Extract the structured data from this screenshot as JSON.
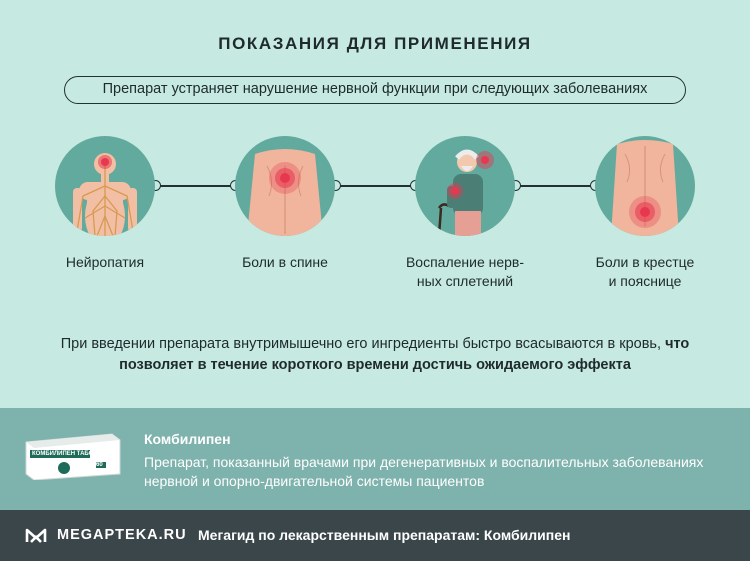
{
  "header": {
    "title": "ПОКАЗАНИЯ ДЛЯ ПРИМЕНЕНИЯ",
    "subtitle": "Препарат устраняет нарушение нервной функции при следующих заболеваниях"
  },
  "indications": [
    {
      "label": "Нейропатия",
      "icon": "nervous-system-icon"
    },
    {
      "label": "Боли в спине",
      "icon": "back-pain-icon"
    },
    {
      "label": "Воспаление нерв-\nных сплетений",
      "icon": "elderly-man-icon"
    },
    {
      "label": "Боли в крестце\nи пояснице",
      "icon": "lower-back-pain-icon"
    }
  ],
  "description": {
    "normal": "При введении препарата внутримышечно его ингредиенты быстро всасываются в кровь,",
    "bold": "что позволяет в течение короткого времени достичь ожидаемого эффекта"
  },
  "product": {
    "name": "Комбилипен",
    "text": "Препарат, показанный врачами при дегенеративных и воспалительных заболеваниях нервной и опорно-двигательной системы пациентов",
    "box_label": "КОМБИЛИПЕН ТАБС",
    "box_count": "60"
  },
  "footer": {
    "logo": "MEGAPTEKA.RU",
    "text": "Мегагид по лекарственным препаратам: Комбилипен"
  },
  "colors": {
    "background": "#c6e9e1",
    "circle": "#62aa9e",
    "info_band": "#7eb2ad",
    "footer": "#3a4649",
    "pain": "#e8384f"
  }
}
